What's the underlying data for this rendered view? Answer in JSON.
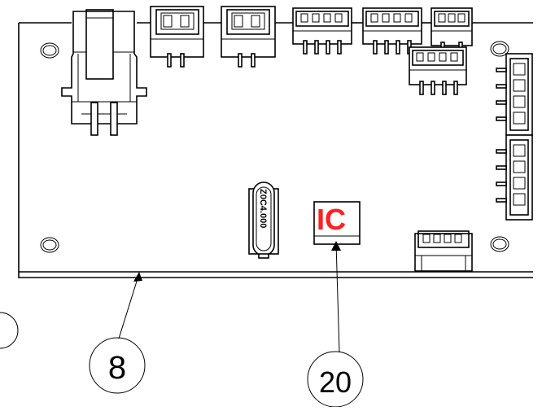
{
  "callouts": [
    {
      "id": "board",
      "label": "8"
    },
    {
      "id": "ic",
      "label": "20"
    }
  ],
  "crystal": {
    "marking": "Z0C4.000"
  },
  "ic": {
    "marking": "IC",
    "color_I": "#ff0000",
    "color_C": "#ee2222"
  },
  "colors": {
    "line": "#000000",
    "background": "#ffffff",
    "ic_text": "#ff2020"
  }
}
